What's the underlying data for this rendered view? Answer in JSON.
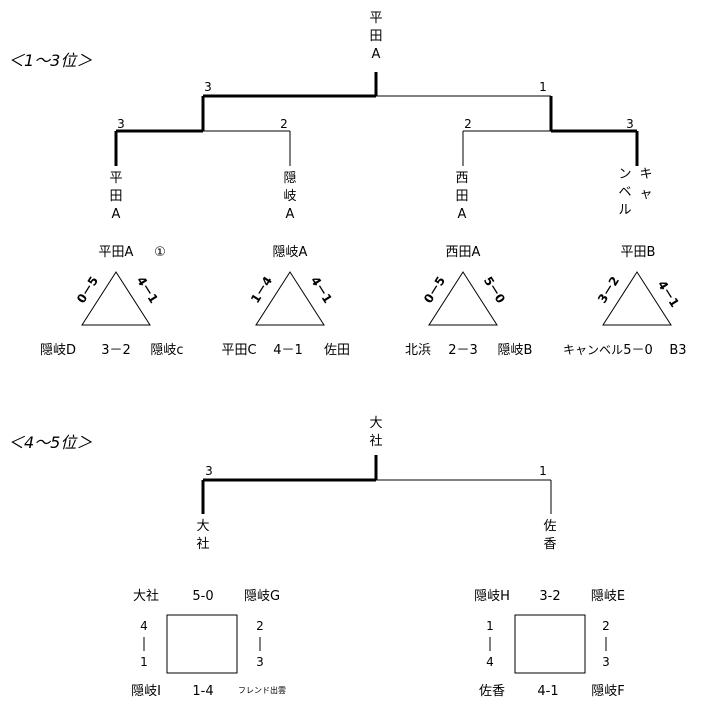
{
  "section1": {
    "heading": "＜1～3位＞",
    "winner": "平田A",
    "final": {
      "left_score": "3",
      "right_score": "1"
    },
    "semis": [
      {
        "left_score": "3",
        "right_score": "2"
      },
      {
        "left_score": "2",
        "right_score": "3"
      }
    ],
    "teams": [
      "平田A",
      "隠岐A",
      "西田A",
      "キャンベル"
    ],
    "leagues": [
      {
        "title": "平田A",
        "mark": "①",
        "left_edge": "0－5",
        "right_edge": "4－1",
        "left_team": "隠岐D",
        "score": "3－2",
        "right_team": "隠岐c"
      },
      {
        "title": "隠岐A",
        "mark": "",
        "left_edge": "1－4",
        "right_edge": "4－1",
        "left_team": "平田C",
        "score": "4－1",
        "right_team": "佐田"
      },
      {
        "title": "西田A",
        "mark": "",
        "left_edge": "0－5",
        "right_edge": "5－0",
        "left_team": "北浜",
        "score": "2－3",
        "right_team": "隠岐B"
      },
      {
        "title": "平田B",
        "mark": "",
        "left_edge": "3－2",
        "right_edge": "4－1",
        "left_team": "キャンベル",
        "score": "5－0",
        "right_team": "B3"
      }
    ]
  },
  "section2": {
    "heading": "＜4～5位＞",
    "winner": "大社",
    "final": {
      "left_score": "3",
      "right_score": "1"
    },
    "teams": [
      "大社",
      "佐香"
    ],
    "groups": [
      {
        "top_left": "大社",
        "top_score": "5-0",
        "top_right": "隠岐G",
        "left_vertical": [
          "4",
          "1"
        ],
        "right_vertical": [
          "2",
          "3"
        ],
        "bottom_left": "隠岐I",
        "bottom_score": "1-4",
        "bottom_right": "フレンド出雲"
      },
      {
        "top_left": "隠岐H",
        "top_score": "3-2",
        "top_right": "隠岐E",
        "left_vertical": [
          "1",
          "4"
        ],
        "right_vertical": [
          "2",
          "3"
        ],
        "bottom_left": "佐香",
        "bottom_score": "4-1",
        "bottom_right": "隠岐F"
      }
    ]
  }
}
